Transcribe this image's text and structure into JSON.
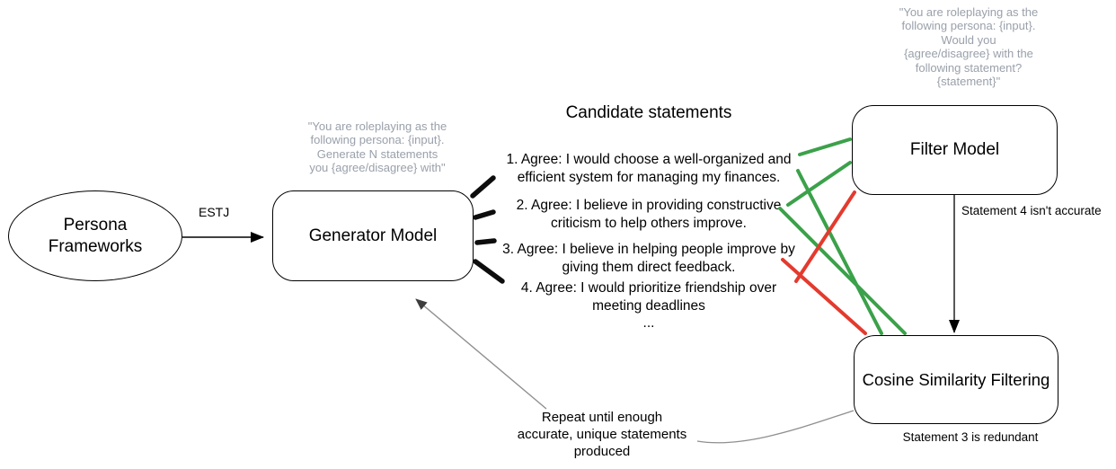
{
  "diagram": {
    "nodes": {
      "persona_frameworks": {
        "label": "Persona\nFrameworks"
      },
      "generator_model": {
        "label": "Generator Model",
        "prompt": "\"You are roleplaying as the\nfollowing persona: {input}.\nGenerate N statements\nyou {agree/disagree} with\""
      },
      "filter_model": {
        "label": "Filter Model",
        "prompt": "\"You are roleplaying as the\nfollowing persona: {input}.\nWould you\n{agree/disagree} with the\nfollowing statement?\n{statement}\""
      },
      "cosine_similarity_filtering": {
        "label": "Cosine Similarity Filtering",
        "note": "Statement 3 is redundant"
      }
    },
    "edges": {
      "persona_to_generator_label": "ESTJ",
      "filter_to_cosine_label": "Statement 4 isn't accurate",
      "repeat_label": "Repeat until enough\naccurate, unique statements\nproduced"
    },
    "candidate_statements": {
      "title": "Candidate statements",
      "items": [
        {
          "text": "1. Agree: I would choose a well-organized and\nefficient system for managing my finances."
        },
        {
          "text": "2. Agree: I believe in providing constructive\ncriticism to help others improve."
        },
        {
          "text": "3. Agree: I believe in helping people improve by\ngiving them direct feedback."
        },
        {
          "text": "4. Agree: I would prioritize friendship over\nmeeting deadlines"
        }
      ],
      "ellipsis": "..."
    },
    "colors": {
      "accepted_edge": "#3ba14a",
      "rejected_edge": "#e43a2e",
      "prompt_text": "#9aa0aa",
      "gray_edge": "#8f8f8f",
      "node_border": "#000000"
    }
  }
}
